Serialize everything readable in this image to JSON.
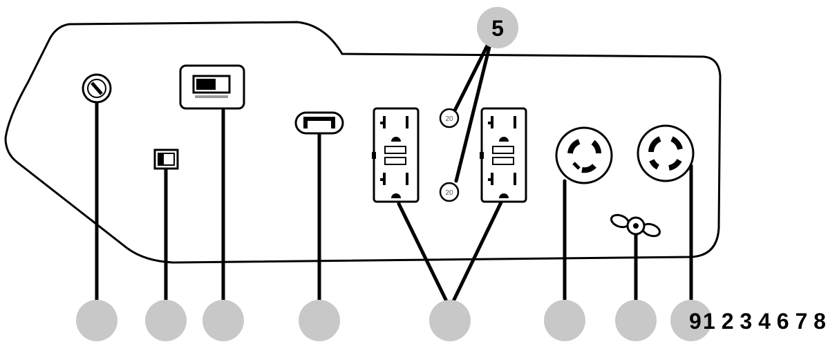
{
  "callouts": {
    "top": "5",
    "bottom_left": "9",
    "bottom_row": "1 2 3 4 6 7 8"
  },
  "breaker_rating": "20",
  "colors": {
    "badge": "#c8c8c8",
    "ink": "#000000",
    "panel": "#ffffff"
  }
}
